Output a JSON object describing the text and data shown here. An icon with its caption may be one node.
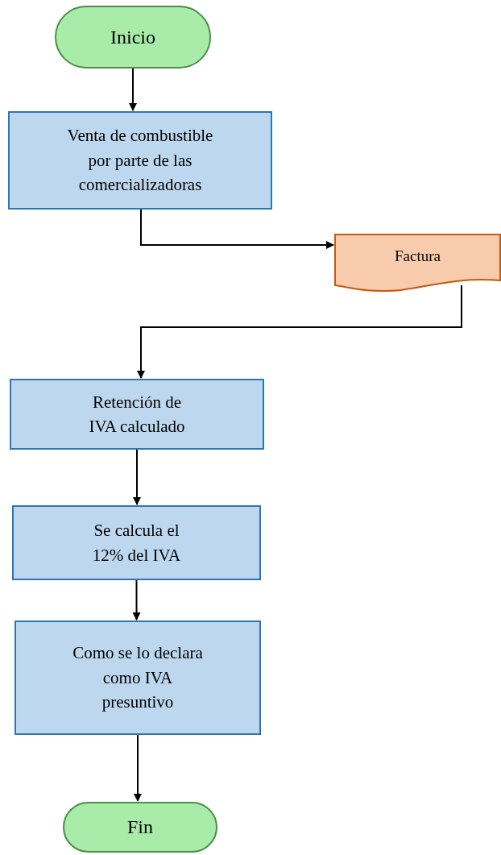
{
  "diagram": {
    "nodes": [
      {
        "text": [
          "Inicio"
        ]
      },
      {
        "text": [
          "Venta de combustible por parte de las comercializadoras"
        ]
      },
      {
        "text": [
          "Factura"
        ]
      },
      {
        "text": [
          "Retención de IVA calculado"
        ]
      },
      {
        "text": [
          "Se calcula el 12% del IVA"
        ]
      },
      {
        "text": [
          "Como se lo declara como IVA presuntivo"
        ]
      },
      {
        "text": [
          "Fin"
        ]
      }
    ],
    "edges": [
      {
        "from": 0,
        "to": 1,
        "arrow": "to"
      },
      {
        "from": 1,
        "to": 2,
        "arrow": "to"
      },
      {
        "from": 2,
        "to": 3,
        "arrow": "to"
      },
      {
        "from": 3,
        "to": 4,
        "arrow": "to"
      },
      {
        "from": 4,
        "to": 5,
        "arrow": "to"
      },
      {
        "from": 5,
        "to": 6,
        "arrow": "to"
      }
    ]
  }
}
